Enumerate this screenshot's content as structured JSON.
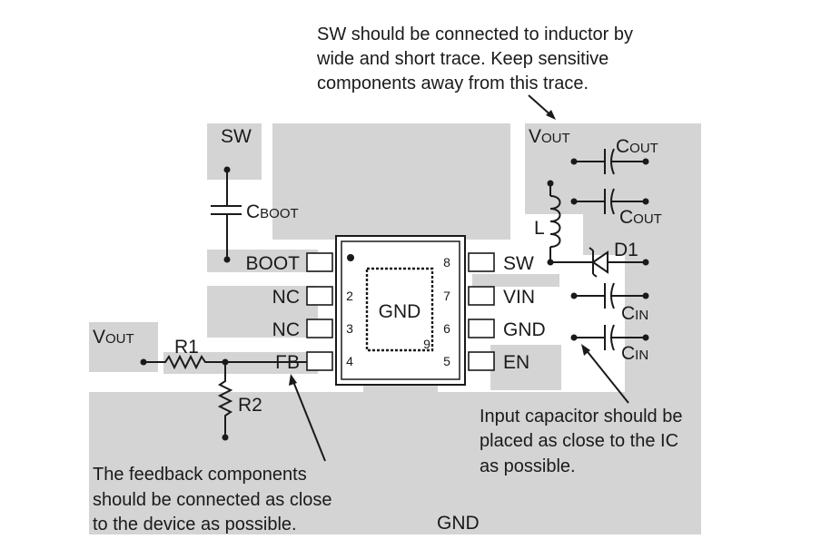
{
  "notes": {
    "sw_trace": [
      "SW should be connected to inductor by",
      "wide and short trace. Keep sensitive",
      "components away from this trace."
    ],
    "input_cap": [
      "Input capacitor should be",
      "placed as close to the IC",
      "as possible."
    ],
    "feedback": [
      "The feedback components",
      "should be connected as close",
      "to the device as possible."
    ]
  },
  "nets": {
    "sw": "SW",
    "vout_prefix": "V",
    "vout_sub": "OUT",
    "gnd": "GND"
  },
  "components": {
    "cboot_prefix": "C",
    "cboot_sub": "BOOT",
    "cout_prefix": "C",
    "cout_sub": "OUT",
    "cin_prefix": "C",
    "cin_sub": "IN",
    "inductor": "L",
    "diode": "D1",
    "r1": "R1",
    "r2": "R2"
  },
  "ic": {
    "exposed_pad": "GND",
    "exposed_pad_pin": "9",
    "pins_left": [
      {
        "num": "1",
        "name": "BOOT"
      },
      {
        "num": "2",
        "name": "NC"
      },
      {
        "num": "3",
        "name": "NC"
      },
      {
        "num": "4",
        "name": "FB"
      }
    ],
    "pins_right": [
      {
        "num": "8",
        "name": "SW"
      },
      {
        "num": "7",
        "name": "VIN"
      },
      {
        "num": "6",
        "name": "GND"
      },
      {
        "num": "5",
        "name": "EN"
      }
    ]
  }
}
